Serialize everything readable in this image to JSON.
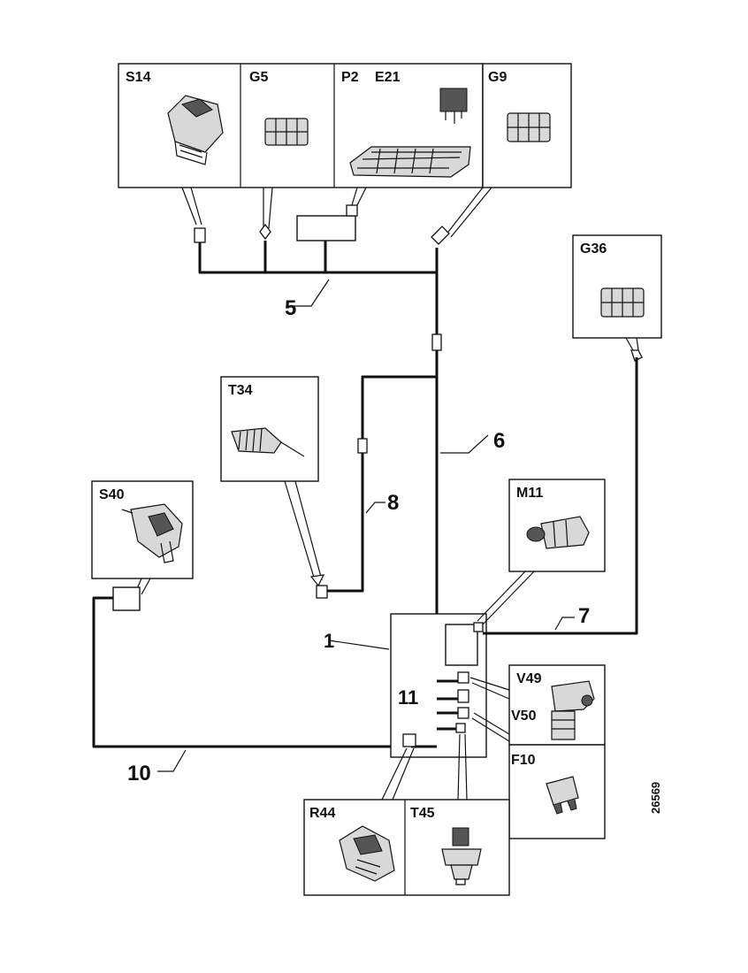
{
  "components": {
    "s14": "S14",
    "g5": "G5",
    "p2": "P2",
    "e21": "E21",
    "g9": "G9",
    "g36": "G36",
    "t34": "T34",
    "s40": "S40",
    "m11": "M11",
    "v49": "V49",
    "v50": "V50",
    "f10": "F10",
    "r44": "R44",
    "t45": "T45"
  },
  "callouts": {
    "c1": "1",
    "c5": "5",
    "c6": "6",
    "c7": "7",
    "c8": "8",
    "c10": "10",
    "c11": "11"
  },
  "reference_code": "26569"
}
